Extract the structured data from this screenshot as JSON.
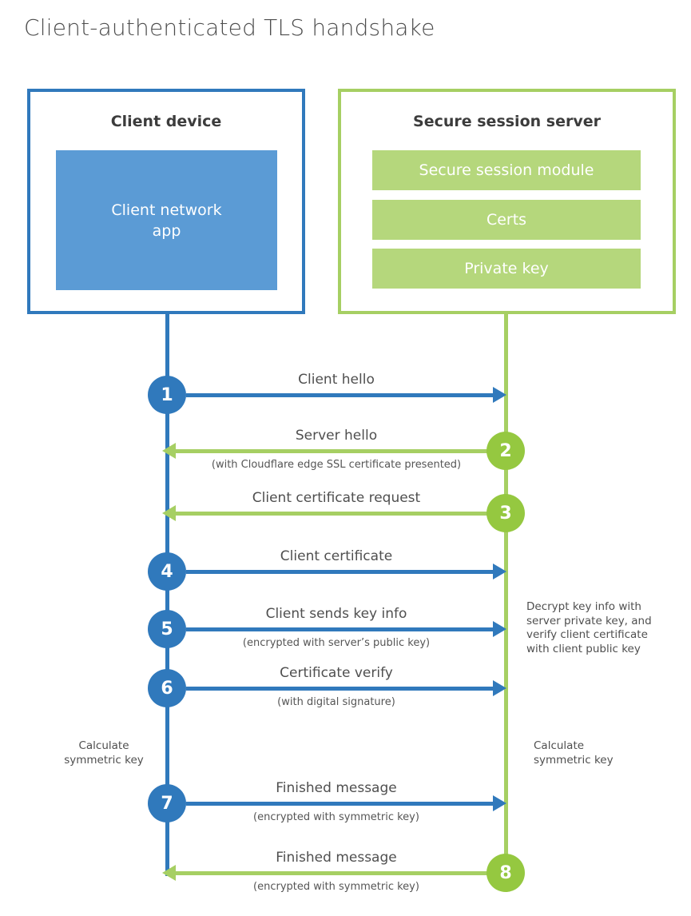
{
  "title": "Client-authenticated TLS handshake",
  "client_box": {
    "title": "Client device",
    "app_label": "Client network app"
  },
  "server_box": {
    "title": "Secure session server",
    "modules": [
      "Secure session module",
      "Certs",
      "Private key"
    ]
  },
  "steps": [
    {
      "number": "1",
      "actor": "client",
      "direction": "client-to-server",
      "label": "Client hello",
      "sublabel": ""
    },
    {
      "number": "2",
      "actor": "server",
      "direction": "server-to-client",
      "label": "Server hello",
      "sublabel": "(with Cloudflare edge SSL certificate presented)"
    },
    {
      "number": "3",
      "actor": "server",
      "direction": "server-to-client",
      "label": "Client certificate request",
      "sublabel": ""
    },
    {
      "number": "4",
      "actor": "client",
      "direction": "client-to-server",
      "label": "Client certificate",
      "sublabel": ""
    },
    {
      "number": "5",
      "actor": "client",
      "direction": "client-to-server",
      "label": "Client sends key info",
      "sublabel": "(encrypted with server’s public key)"
    },
    {
      "number": "6",
      "actor": "client",
      "direction": "client-to-server",
      "label": "Certificate verify",
      "sublabel": "(with digital signature)"
    },
    {
      "number": "7",
      "actor": "client",
      "direction": "client-to-server",
      "label": "Finished message",
      "sublabel": "(encrypted with symmetric key)"
    },
    {
      "number": "8",
      "actor": "server",
      "direction": "server-to-client",
      "label": "Finished message",
      "sublabel": "(encrypted with symmetric key)"
    }
  ],
  "annotations": {
    "decrypt_note": "Decrypt key info with server private key, and verify client certificate with client public key",
    "calculate_left": "Calculate symmetric key",
    "calculate_right": "Calculate symmetric key"
  },
  "colors": {
    "client_blue": "#3079bc",
    "client_app_fill": "#5b9bd5",
    "server_green_border": "#a6cf63",
    "server_circle_green": "#95c840",
    "server_module_fill": "#b5d77c",
    "text_dark": "#3c3c3c",
    "text_gray": "#4f4f4f"
  }
}
